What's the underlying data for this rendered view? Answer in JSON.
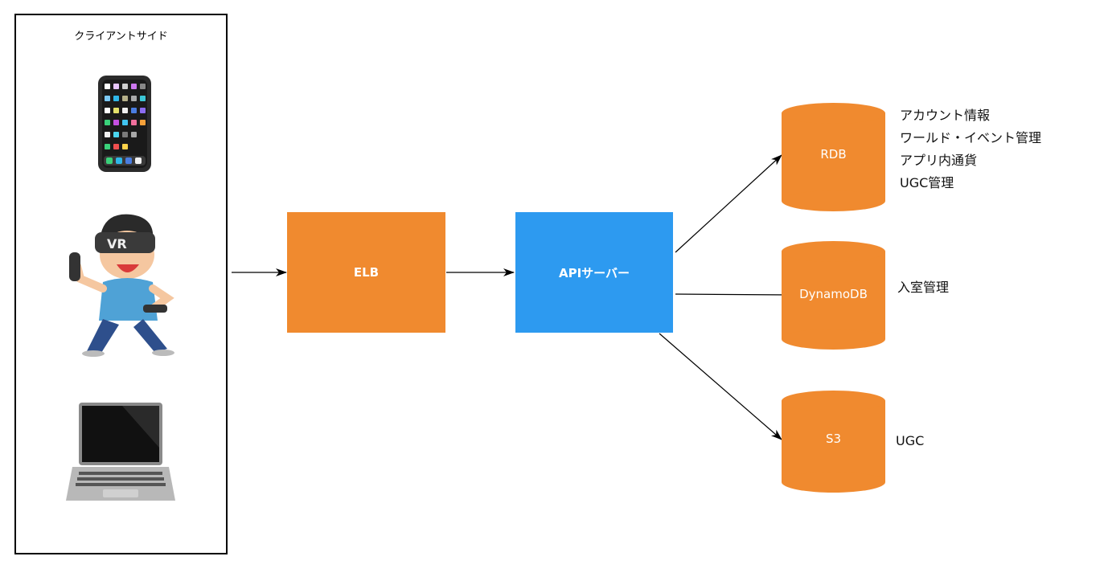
{
  "client": {
    "title": "クライアントサイド",
    "devices": [
      "smartphone-icon",
      "vr-user-icon",
      "laptop-icon"
    ]
  },
  "nodes": {
    "elb": "ELB",
    "api": "APIサーバー"
  },
  "databases": [
    {
      "label": "RDB",
      "notes": [
        "アカウント情報",
        "ワールド・イベント管理",
        "アプリ内通貨",
        "UGC管理"
      ]
    },
    {
      "label": "DynamoDB",
      "notes": [
        "入室管理"
      ]
    },
    {
      "label": "S3",
      "notes": [
        "UGC"
      ]
    }
  ],
  "colors": {
    "orange": "#f08a2f",
    "blue": "#2d9af0",
    "border": "#000000"
  }
}
